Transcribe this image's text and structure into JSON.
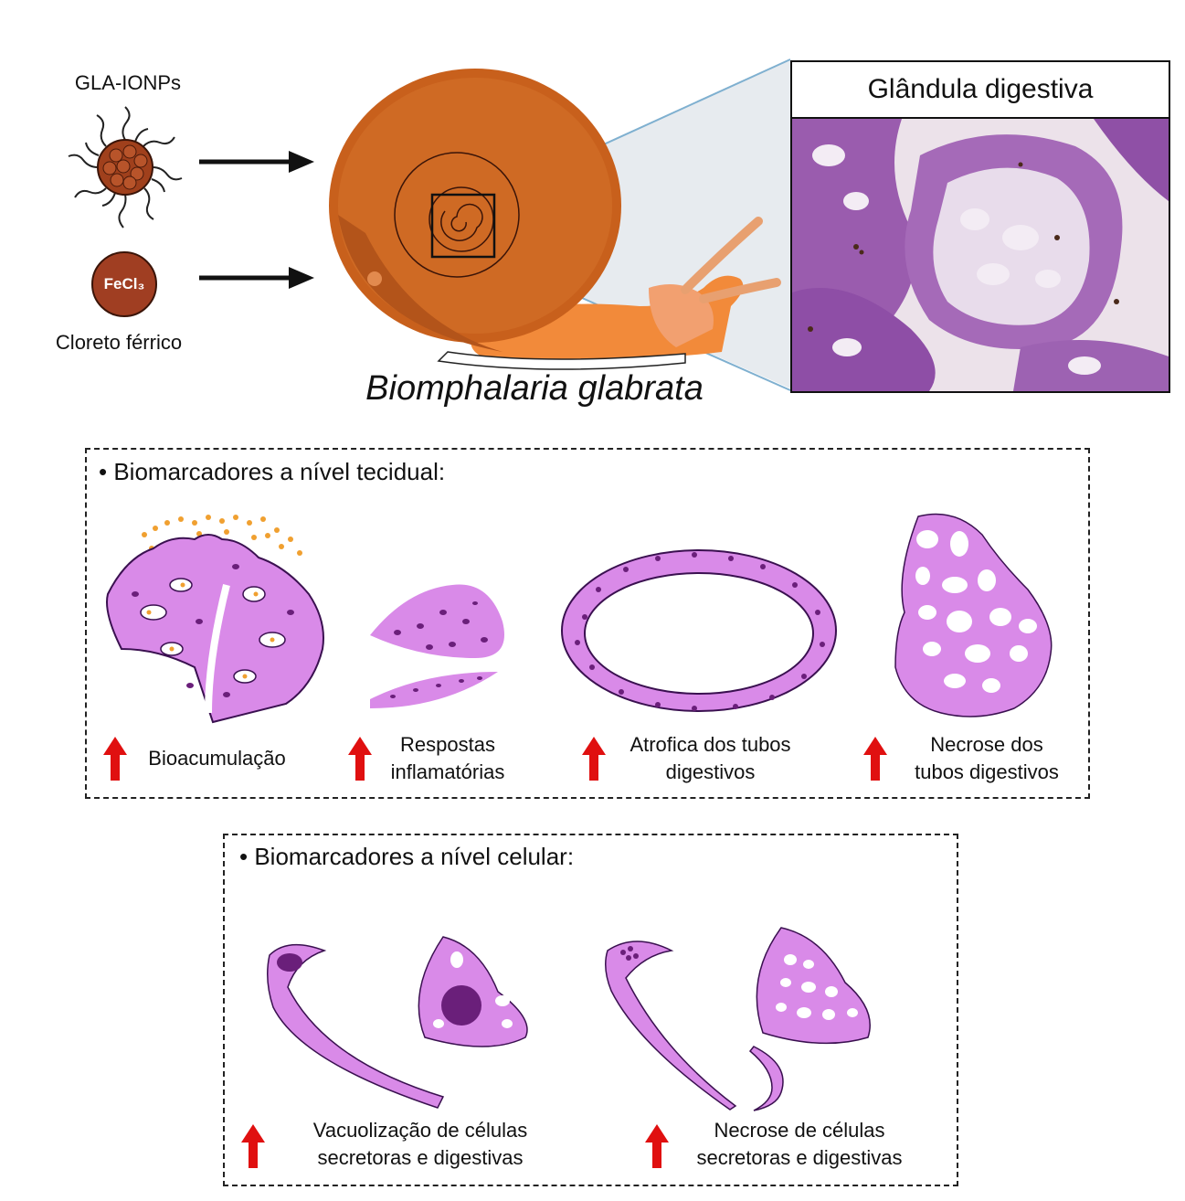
{
  "top": {
    "nanoparticle_label": "GLA-IONPs",
    "fecl3_badge": "FeCl₃",
    "fecl3_label": "Cloreto férrico",
    "species_name": "Biomphalaria glabrata",
    "panel_title": "Glândula digestiva"
  },
  "tissue": {
    "heading": "Biomarcadores a nível tecidual:",
    "items": [
      {
        "line1": "Bioacumulação",
        "line2": ""
      },
      {
        "line1": "Respostas",
        "line2": "inflamatórias"
      },
      {
        "line1": "Atrofica dos tubos",
        "line2": "digestivos"
      },
      {
        "line1": "Necrose dos",
        "line2": "tubos digestivos"
      }
    ]
  },
  "cellular": {
    "heading": "Biomarcadores a nível celular:",
    "items": [
      {
        "line1": "Vacuolização de células",
        "line2": "secretoras e digestivas"
      },
      {
        "line1": "Necrose de células",
        "line2": "secretoras e digestivas"
      }
    ]
  },
  "colors": {
    "shell": "#c8601c",
    "tissue": "#d98ae8",
    "nucleus": "#6a1f7a",
    "arrow_up": "#e01010",
    "particles": "#f0a030"
  }
}
